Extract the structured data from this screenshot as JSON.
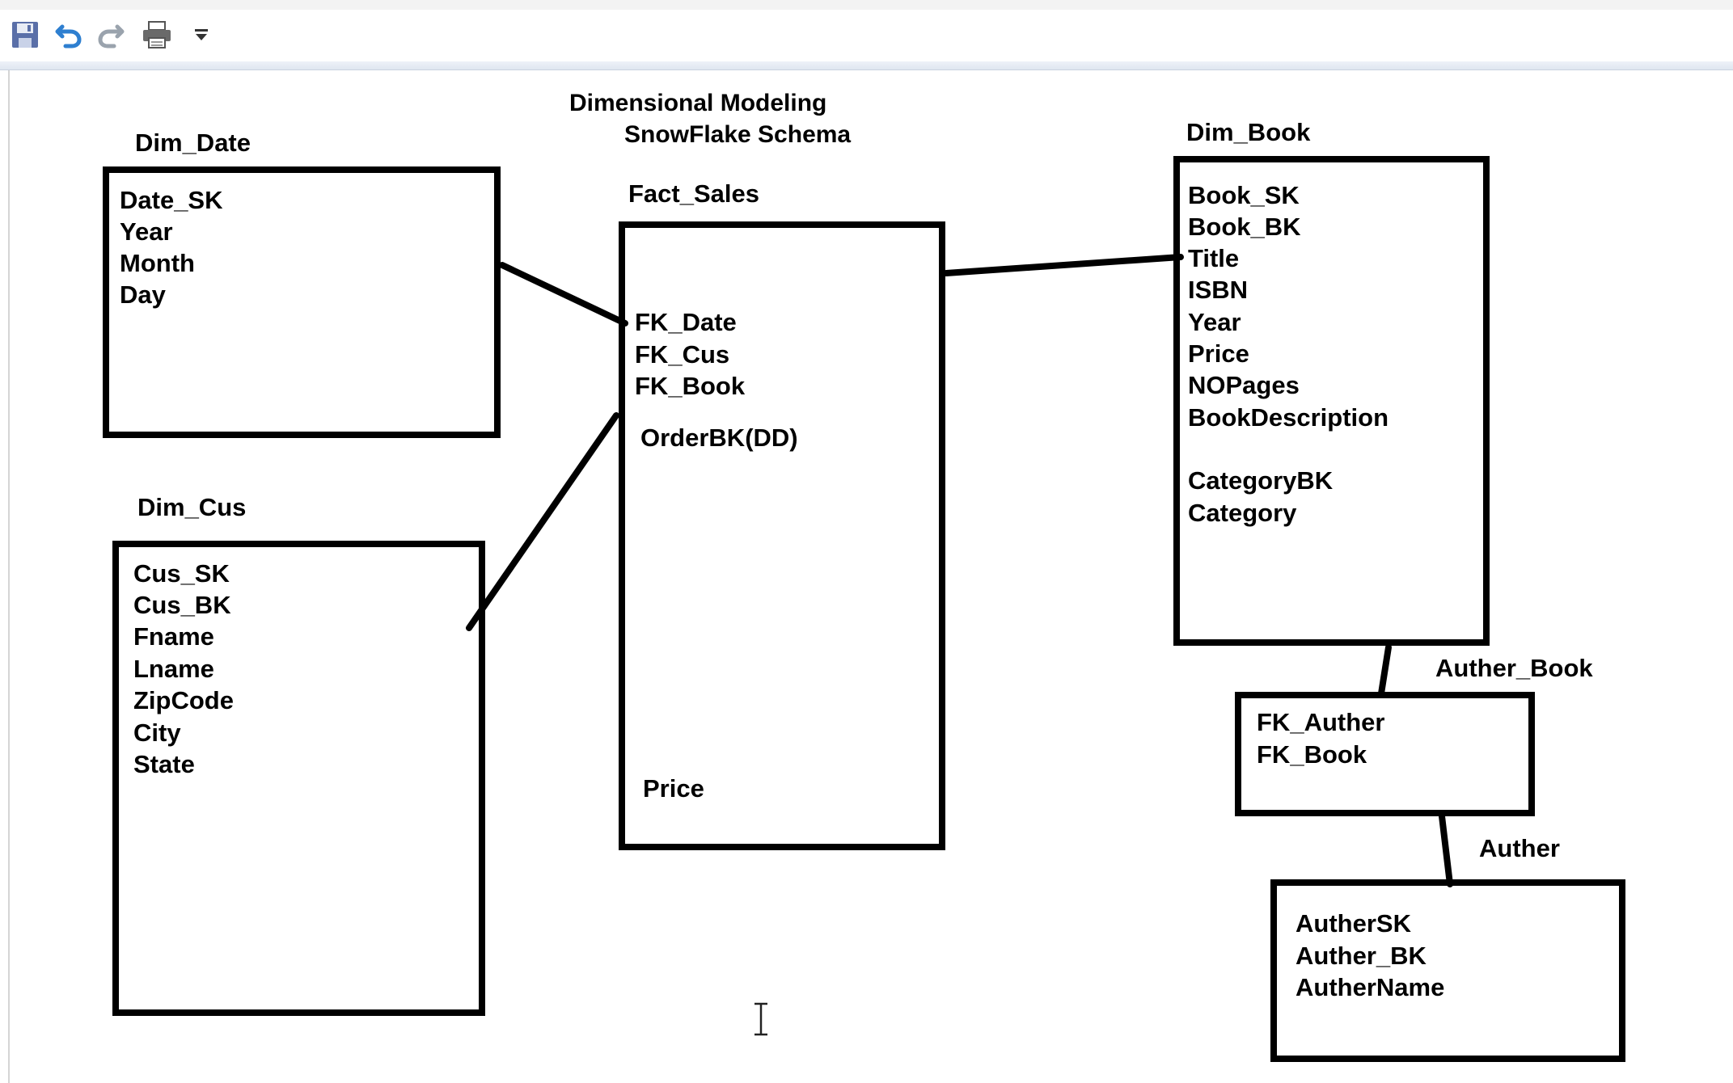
{
  "toolbar": {
    "buttons": [
      {
        "name": "save",
        "icon": "save-icon"
      },
      {
        "name": "undo",
        "icon": "undo-icon"
      },
      {
        "name": "redo",
        "icon": "redo-icon"
      },
      {
        "name": "print",
        "icon": "printer-icon"
      },
      {
        "name": "customize",
        "icon": "dropdown-arrow-icon"
      }
    ]
  },
  "diagram": {
    "title_line1": "Dimensional Modeling",
    "title_line2": "SnowFlake Schema",
    "tables": {
      "dim_date": {
        "name": "Dim_Date",
        "fields": [
          "Date_SK",
          "Year",
          "Month",
          "Day"
        ]
      },
      "dim_cus": {
        "name": "Dim_Cus",
        "fields": [
          "Cus_SK",
          "Cus_BK",
          "Fname",
          "Lname",
          "ZipCode",
          "City",
          "State"
        ]
      },
      "fact_sales": {
        "name": "Fact_Sales",
        "fk_fields": [
          "FK_Date",
          "FK_Cus",
          "FK_Book"
        ],
        "degenerate": "OrderBK(DD)",
        "measure": "Price"
      },
      "dim_book": {
        "name": "Dim_Book",
        "fields": [
          "Book_SK",
          "Book_BK",
          "Title",
          "ISBN",
          "Year",
          "Price",
          "NOPages",
          "BookDescription"
        ],
        "category_fields": [
          "CategoryBK",
          "Category"
        ]
      },
      "auther_book": {
        "name": "Auther_Book",
        "fields": [
          "FK_Auther",
          "FK_Book"
        ]
      },
      "auther": {
        "name": "Auther",
        "fields": [
          "AutherSK",
          "Auther_BK",
          "AutherName"
        ]
      }
    }
  },
  "colors": {
    "ink": "#000000",
    "save_icon": "#5a6fa8",
    "undo_icon": "#2e7fd0",
    "redo_icon": "#9aa3ad"
  },
  "cursor": "text-cursor-icon"
}
